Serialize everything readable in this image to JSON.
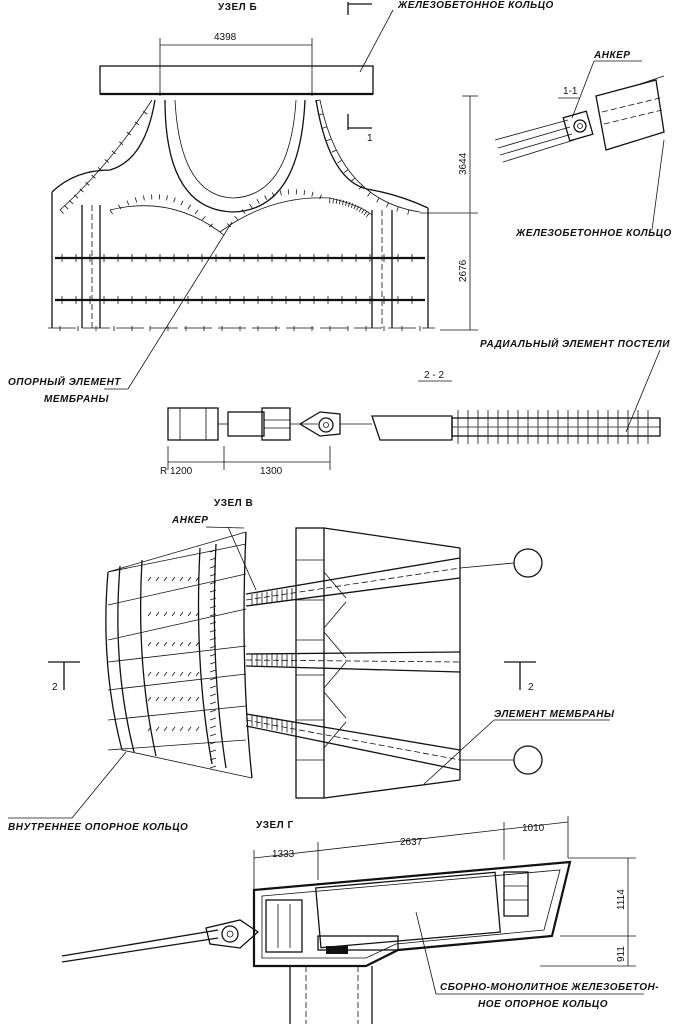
{
  "node_b": {
    "title": "УЗЕЛ Б",
    "ring_label": "ЖЕЛЕЗОБЕТОННОЕ КОЛЬЦО",
    "dim_top": "4398",
    "dim_right_upper": "3644",
    "dim_right_lower": "2676",
    "support_label_line1": "ОПОРНЫЙ ЭЛЕМЕНТ",
    "support_label_line2": "МЕМБРАНЫ",
    "cut_mark": "1"
  },
  "section_1_1": {
    "title": "1-1",
    "anchor_label": "АНКЕР",
    "ring_label": "ЖЕЛЕЗОБЕТОННОЕ КОЛЬЦО"
  },
  "section_2_2": {
    "title": "2 - 2",
    "radial_label": "РАДИАЛЬНЫЙ ЭЛЕМЕНТ ПОСТЕЛИ",
    "dim_left": "R 1200",
    "dim_right": "1300"
  },
  "node_v": {
    "title": "УЗЕЛ В",
    "anchor_label": "АНКЕР",
    "membrane_label": "ЭЛЕМЕНТ МЕМБРАНЫ",
    "inner_ring_label": "ВНУТРЕННЕЕ ОПОРНОЕ КОЛЬЦО",
    "cut_mark": "2"
  },
  "node_g": {
    "title": "УЗЕЛ Г",
    "dim_a": "1333",
    "dim_b": "2637",
    "dim_c": "1010",
    "dim_v_upper": "1114",
    "dim_v_lower": "911",
    "ring_label_line1": "СБОРНО-МОНОЛИТНОЕ ЖЕЛЕЗОБЕТОН-",
    "ring_label_line2": "НОЕ ОПОРНОЕ КОЛЬЦО"
  }
}
